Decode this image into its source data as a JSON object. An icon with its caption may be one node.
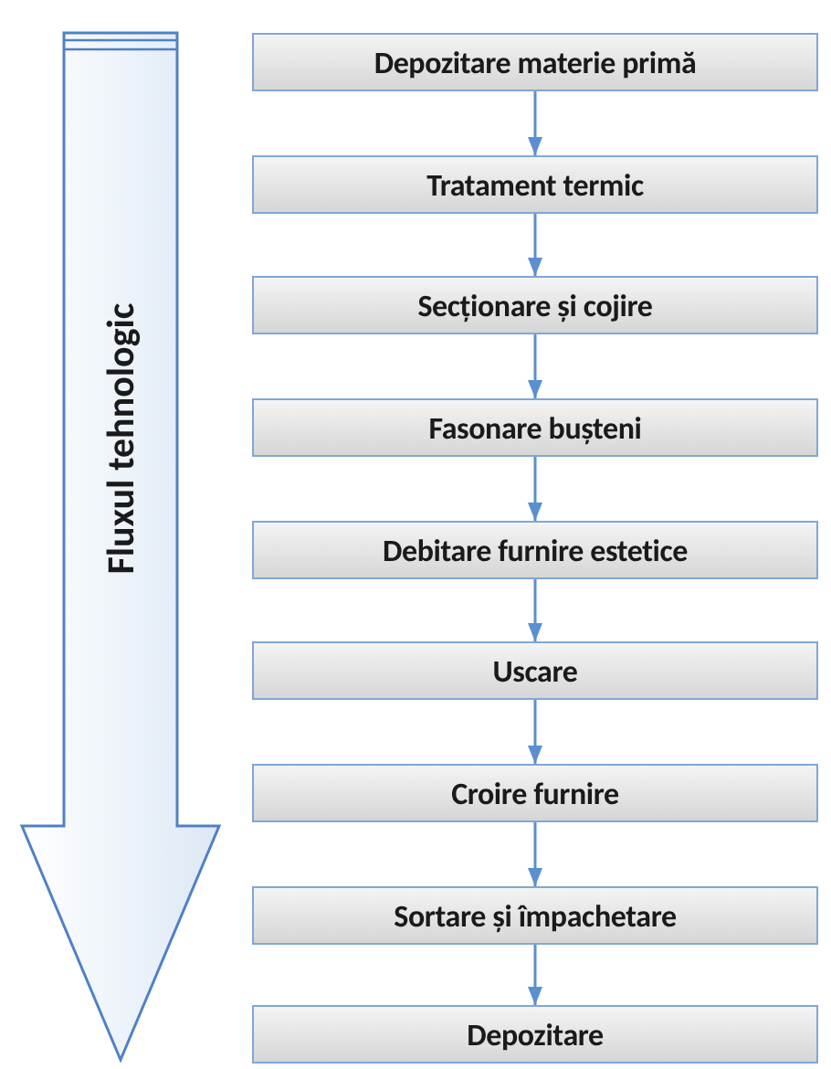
{
  "diagram": {
    "nodes": [
      {
        "text": [
          "Fluxul tehnologic"
        ]
      },
      {
        "text": [
          "Depozitare materie primă"
        ]
      },
      {
        "text": [
          "Tratament termic"
        ]
      },
      {
        "text": [
          "Secționare și cojire"
        ]
      },
      {
        "text": [
          "Fasonare bușteni"
        ]
      },
      {
        "text": [
          "Debitare furnire estetice"
        ]
      },
      {
        "text": [
          "Uscare"
        ]
      },
      {
        "text": [
          "Croire furnire"
        ]
      },
      {
        "text": [
          "Sortare și împachetare"
        ]
      },
      {
        "text": [
          "Depozitare"
        ]
      }
    ],
    "edges": [
      {
        "from": 1,
        "to": 2,
        "arrow": "to"
      },
      {
        "from": 2,
        "to": 3,
        "arrow": "to"
      },
      {
        "from": 3,
        "to": 4,
        "arrow": "to"
      },
      {
        "from": 4,
        "to": 5,
        "arrow": "to"
      },
      {
        "from": 5,
        "to": 6,
        "arrow": "to"
      },
      {
        "from": 6,
        "to": 7,
        "arrow": "to"
      },
      {
        "from": 7,
        "to": 8,
        "arrow": "to"
      },
      {
        "from": 8,
        "to": 9,
        "arrow": "to"
      }
    ]
  }
}
